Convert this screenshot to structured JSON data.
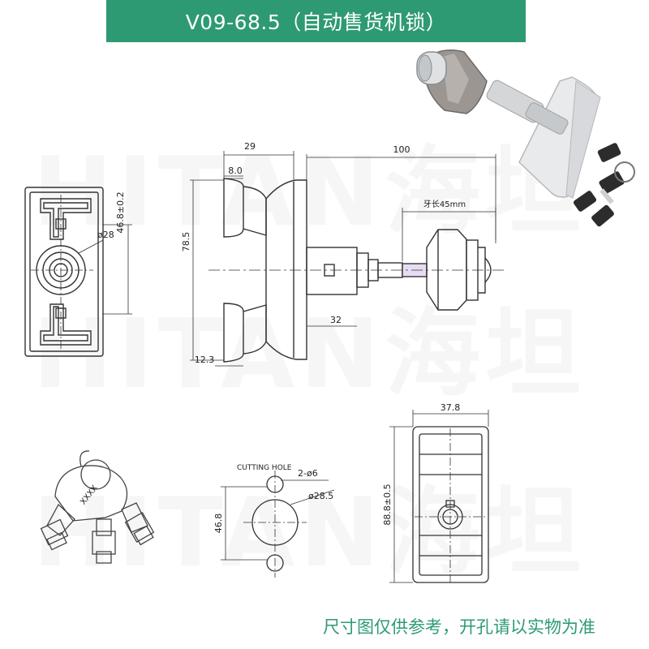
{
  "title": "V09-68.5（自动售货机锁）",
  "footer_note": "尺寸图仅供参考，开孔请以实物为准",
  "watermark": "HITAN海坦",
  "colors": {
    "accent": "#2e9a73",
    "line": "#333333",
    "dim_line": "#555555"
  },
  "dimensions": {
    "top_width": "29",
    "inner_width": "8.0",
    "overall_length": "100",
    "thread_label": "牙长45mm",
    "height": "78.5",
    "shaft": "32",
    "base": "12.3",
    "front_height": "46.8±0.2",
    "front_dia": "ø28",
    "back_width": "37.8",
    "back_height": "88.8±0.5",
    "hole_height": "46.8",
    "hole_small": "2-ø6",
    "hole_dia": "ø28.5",
    "key_stamp": "XXXX"
  },
  "cutting_hole_label": "CUTTING HOLE"
}
